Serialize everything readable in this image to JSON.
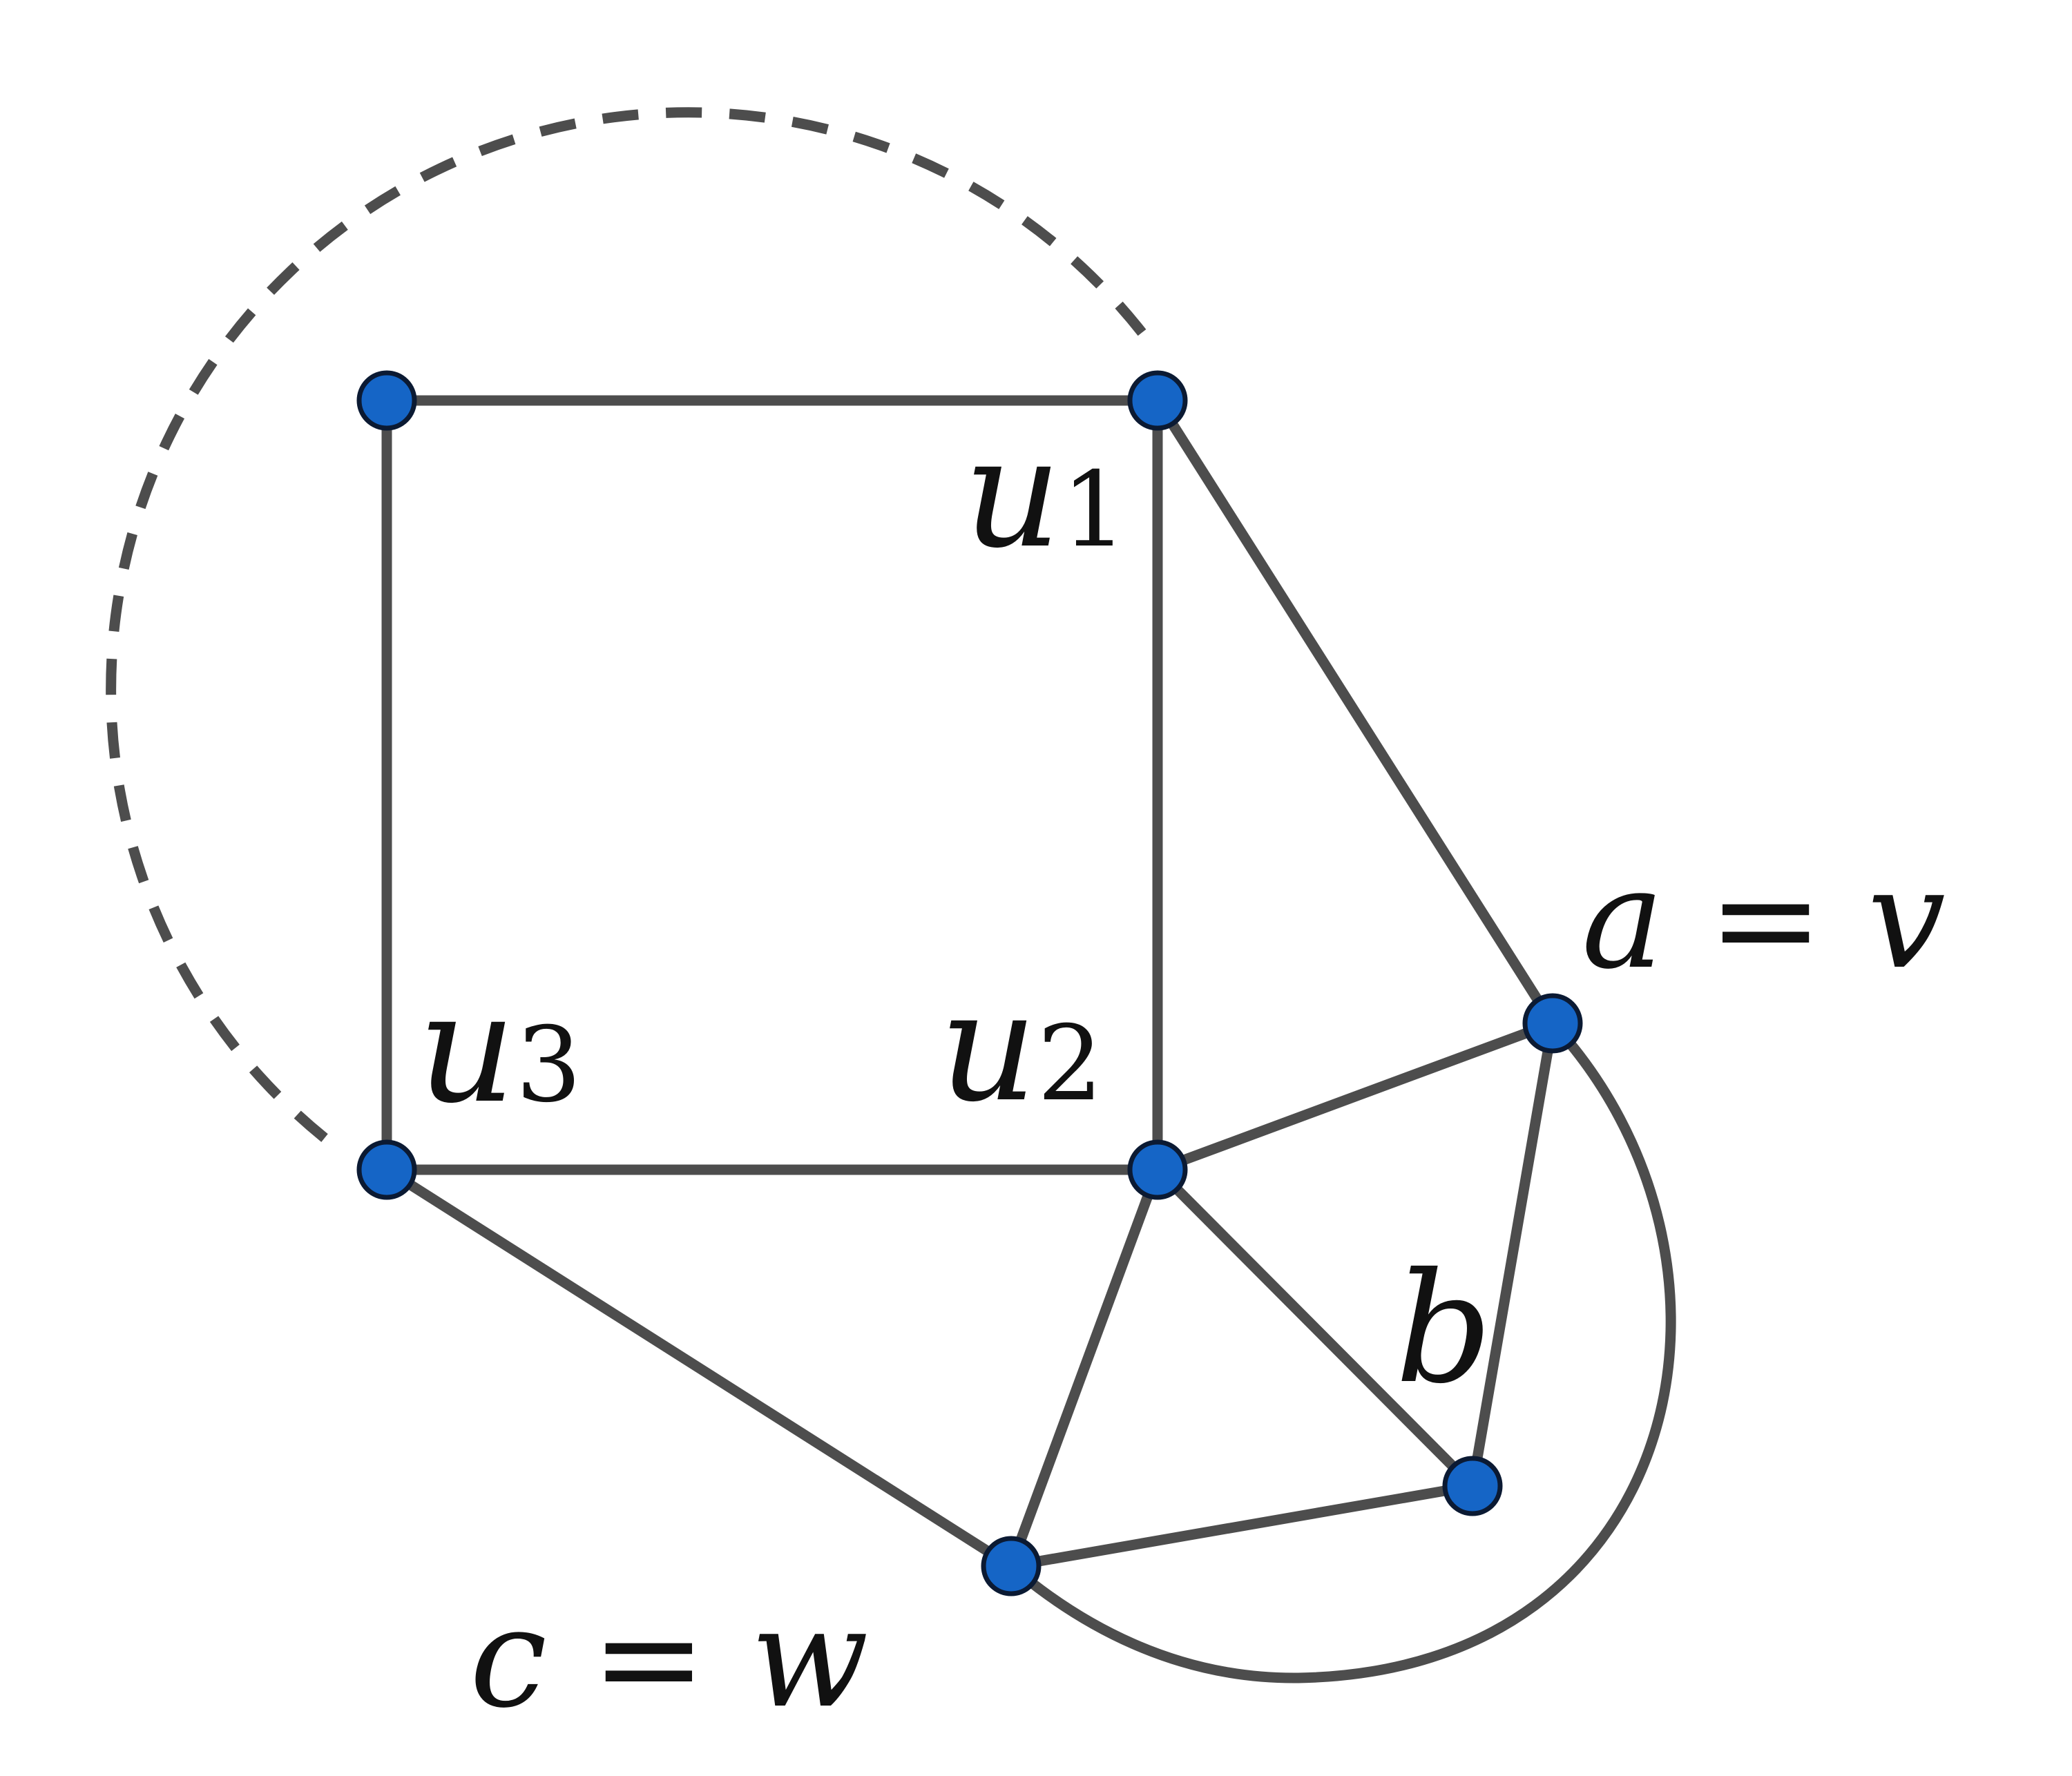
{
  "colors": {
    "edge": "#4d4d4d",
    "node_fill": "#1565c6",
    "node_stroke": "#0b1a33",
    "label": "#111111"
  },
  "labels": {
    "u1": {
      "main": "u",
      "sub": "1"
    },
    "u2": {
      "main": "u",
      "sub": "2"
    },
    "u3": {
      "main": "u",
      "sub": "3"
    },
    "av": "a = v",
    "b": "b",
    "cw": "c = w"
  }
}
